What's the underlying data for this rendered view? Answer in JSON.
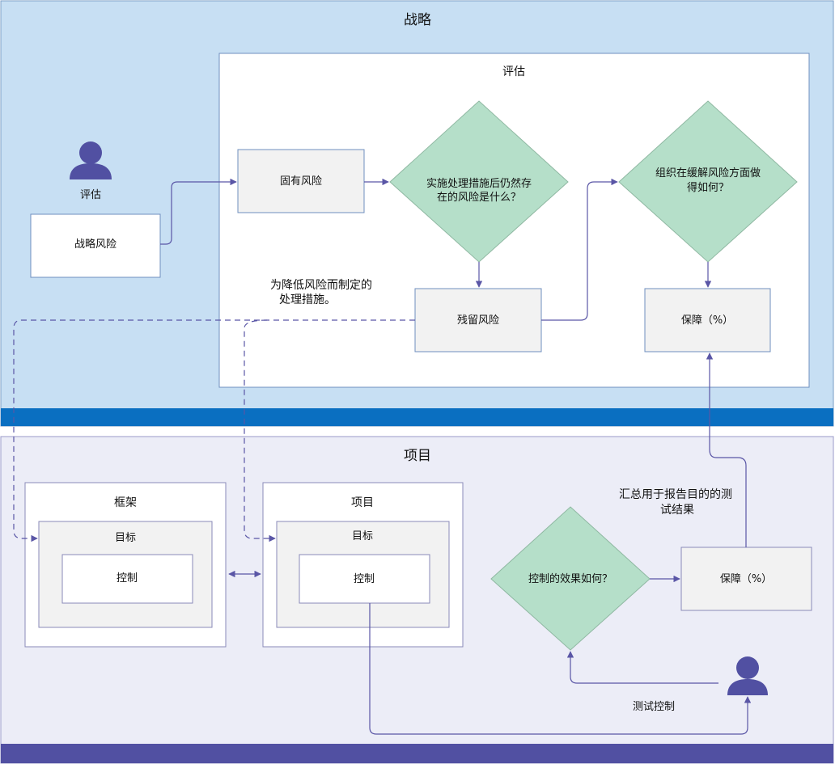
{
  "colors": {
    "strategy_band": "#c7dff3",
    "strategy_stripe": "#0a6fc1",
    "project_band": "#ecedf7",
    "project_stripe": "#5150a2",
    "box_fill": "#f2f2f2",
    "diamond_fill": "#b5dfc9",
    "connector": "#5a56a6",
    "person": "#5150a2"
  },
  "strategy": {
    "title": "战略",
    "assessment_title": "评估",
    "person_label": "评估",
    "strategic_risk": "战略风险",
    "inherent_risk": "固有风险",
    "question_residual": [
      "实施处理措施后仍然存",
      "在的风险是什么？"
    ],
    "residual_risk": "残留风险",
    "question_org": [
      "组织在缓解风险方面做",
      "得如何？"
    ],
    "assurance": "保障（%）",
    "treatment_note": [
      "为降低风险而制定的",
      "处理措施。"
    ]
  },
  "project": {
    "title": "项目",
    "framework_title": "框架",
    "framework_objective": "目标",
    "framework_control": "控制",
    "project_title": "项目",
    "project_objective": "目标",
    "project_control": "控制",
    "question_effect": "控制的效果如何？",
    "assurance": "保障（%）",
    "summary_note": [
      "汇总用于报告目的的测",
      "试结果"
    ],
    "test_label": "测试控制"
  }
}
